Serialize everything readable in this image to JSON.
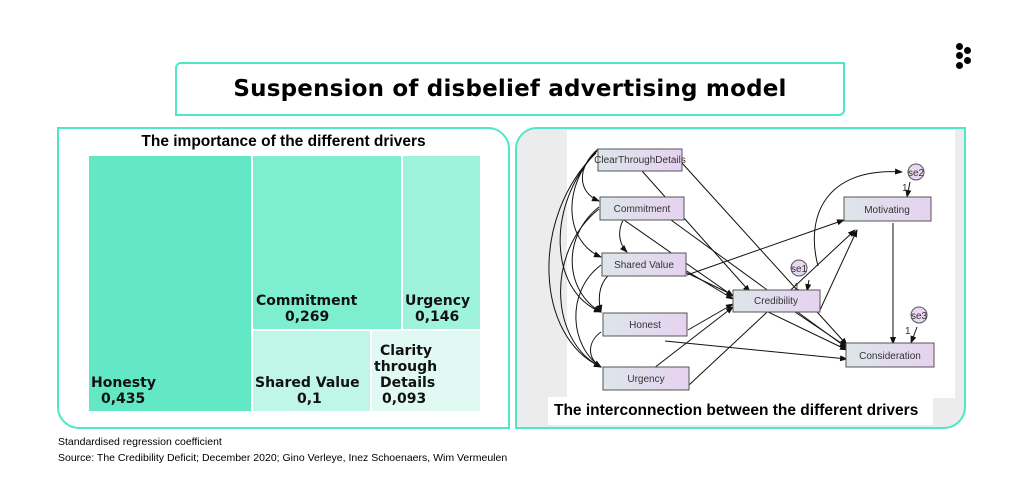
{
  "title": "Suspension of disbelief advertising model",
  "logo_icon": "five-dot-logo",
  "left_panel": {
    "title": "The importance of the different drivers",
    "treemap": [
      {
        "name": "Honesty",
        "value": "0,435",
        "color": "#62e8c5"
      },
      {
        "name": "Commitment",
        "value": "0,269",
        "color": "#7deed0"
      },
      {
        "name": "Urgency",
        "value": "0,146",
        "color": "#9ff2dc"
      },
      {
        "name": "Shared Value",
        "value": "0,1",
        "color": "#bff6e8"
      },
      {
        "name": "Clarity through Details",
        "label_lines": [
          "Clarity",
          "through",
          "Details"
        ],
        "value": "0,093",
        "color": "#e0faf3"
      }
    ]
  },
  "right_panel": {
    "caption": "The interconnection between the different drivers",
    "nodes": {
      "clear": "ClearThroughDetails",
      "commitment": "Commitment",
      "shared": "Shared Value",
      "honest": "Honest",
      "urgency": "Urgency",
      "credibility": "Credibility",
      "motivating": "Motivating",
      "consideration": "Consideration"
    },
    "errors": {
      "se1": "se1",
      "se2": "se2",
      "se3": "se3"
    },
    "error_weight": "1"
  },
  "footnotes": {
    "line1": "Standardised regression coefficient",
    "line2": "Source: The Credibility Deficit; December 2020; Gino Verleye, Inez Schoenaers, Wim Vermeulen"
  },
  "colors": {
    "accent": "#4ee8c4",
    "node_fill_start": "#dde6ea",
    "node_fill_end": "#e6d2f0"
  }
}
